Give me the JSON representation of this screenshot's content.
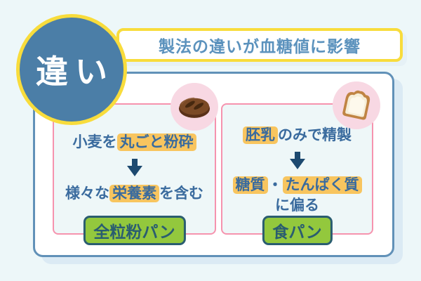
{
  "badge": {
    "label": "違い"
  },
  "title": {
    "text": "製法の違いが血糖値に影響"
  },
  "left_panel": {
    "icon": "whole-wheat-bread-loaf",
    "line1_pre": "小麦を",
    "line1_highlight": "丸ごと粉砕",
    "line2_pre": "様々な",
    "line2_highlight": "栄養素",
    "line2_post": "を含む",
    "label": "全粒粉パン"
  },
  "right_panel": {
    "icon": "white-bread-slice",
    "line1_highlight": "胚乳",
    "line1_post": "のみで精製",
    "line2_highlight1": "糖質",
    "line2_sep": "・",
    "line2_highlight2": "たんぱく質",
    "line3": "に偏る",
    "label": "食パン"
  },
  "colors": {
    "page_background": "#edf7f9",
    "accent_blue": "#4b7ea7",
    "accent_yellow": "#f8dc3c",
    "title_text_blue": "#5b92bd",
    "body_text_blue": "#3a6b9e",
    "highlight_orange": "#f8c55f",
    "label_green": "#93c83d",
    "label_border_teal": "#2a5d70",
    "panel_border_pink": "#f693ae",
    "medallion_pink": "#f8d8e3",
    "arrow_navy": "#1d4a70",
    "card_border_blue": "#6191b8"
  }
}
